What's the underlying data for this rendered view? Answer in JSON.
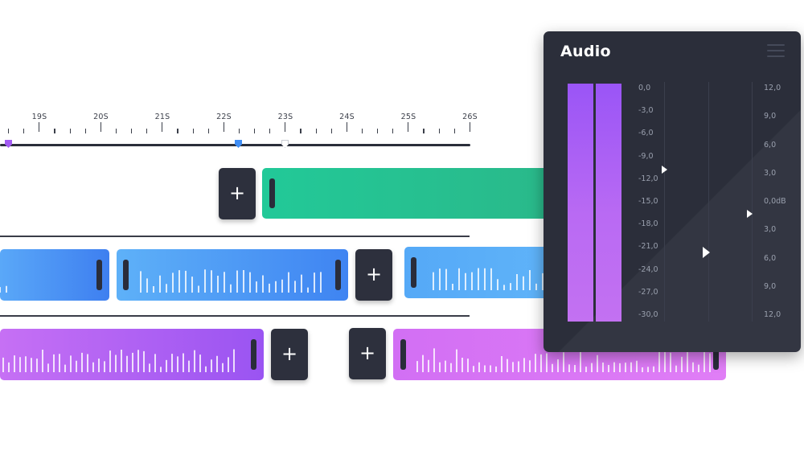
{
  "timeline": {
    "ticks": [
      "19S",
      "20S",
      "21S",
      "22S",
      "23S",
      "24S",
      "25S",
      "26S"
    ],
    "markers": [
      {
        "name": "purple-marker",
        "color": "#a35bf2"
      },
      {
        "name": "blue-marker",
        "color": "#3f8df4"
      },
      {
        "name": "white-marker",
        "color": "#ffffff"
      }
    ]
  },
  "tracks": {
    "add_label": "+"
  },
  "audio": {
    "title": "Audio",
    "left_scale": [
      "0,0",
      "-3,0",
      "-6,0",
      "-9,0",
      "-12,0",
      "-15,0",
      "-18,0",
      "-21,0",
      "-24,0",
      "-27,0",
      "-30,0"
    ],
    "right_scale": [
      "12,0",
      "9,0",
      "6,0",
      "3,0",
      "0,0dB",
      "3,0",
      "6,0",
      "9,0",
      "12,0"
    ]
  },
  "colors": {
    "green_clip": "#22c998",
    "blue_clip": "#3f8df4",
    "light_blue_clip": "#55a9f7",
    "purple_clip": "#a35bf2",
    "pink_clip": "#d674f5",
    "panel_bg": "#2b2e3a"
  }
}
